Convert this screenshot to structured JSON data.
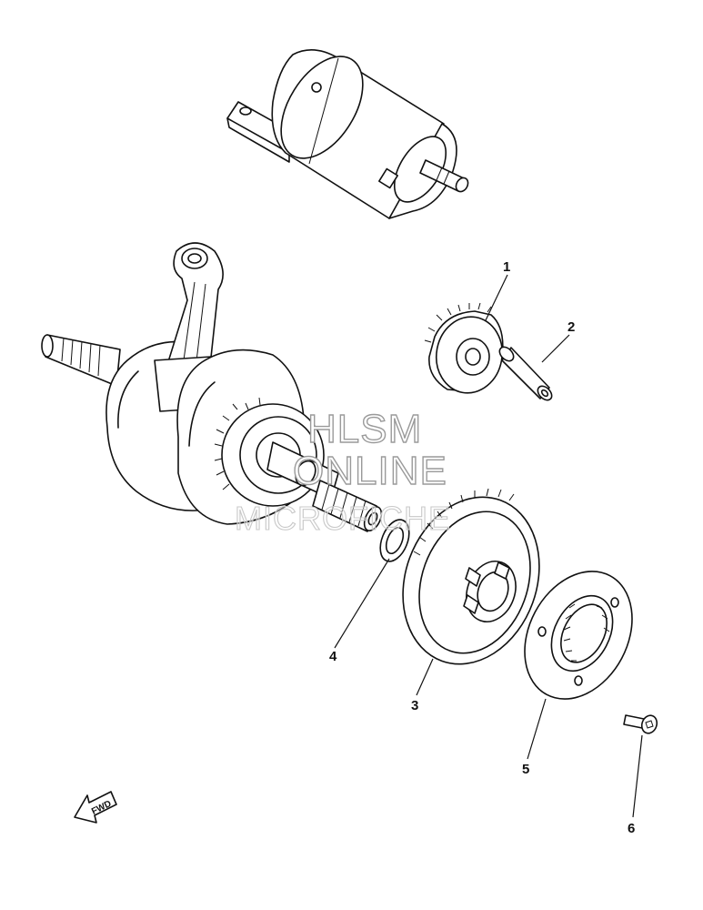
{
  "watermark": {
    "line1": "HLSM",
    "line2": "ONLINE",
    "line3": "MICROFICHE"
  },
  "fwd_arrow": {
    "label": "FWD",
    "icon": "fwd-arrow-icon"
  },
  "callouts": [
    {
      "id": "1",
      "part": "gear"
    },
    {
      "id": "2",
      "part": "pin"
    },
    {
      "id": "3",
      "part": "starter-wheel-gear"
    },
    {
      "id": "4",
      "part": "washer"
    },
    {
      "id": "5",
      "part": "one-way-clutch"
    },
    {
      "id": "6",
      "part": "bolt"
    }
  ]
}
